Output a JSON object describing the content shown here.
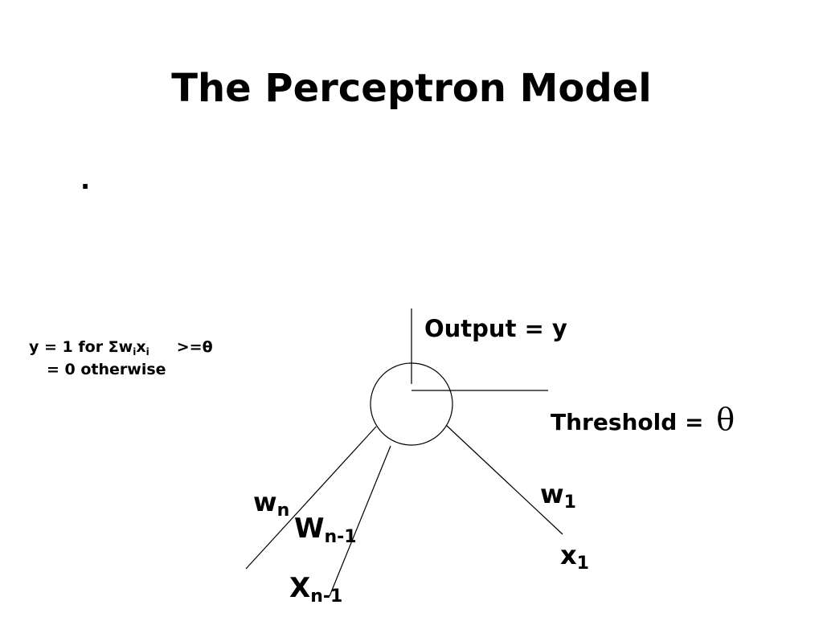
{
  "slide": {
    "title": "The Perceptron Model",
    "bullet": "."
  },
  "formula": {
    "line1_prefix": "y = 1 for  Σw",
    "sub_i_1": "i",
    "x": "x",
    "sub_i_2": "i",
    "comparison": ">=θ",
    "line2": "= 0 otherwise"
  },
  "neuron": {
    "output_label": "Output = y",
    "threshold_text": "Threshold = ",
    "threshold_symbol": "θ"
  },
  "weights": {
    "w1_base": "w",
    "w1_sub": "1",
    "x1_base": "x",
    "x1_sub": "1",
    "wn_base": "w",
    "wn_sub": "n",
    "wn1_base": "W",
    "wn1_sub": "n-1",
    "xn1_base": "X",
    "xn1_sub": "n-1"
  }
}
